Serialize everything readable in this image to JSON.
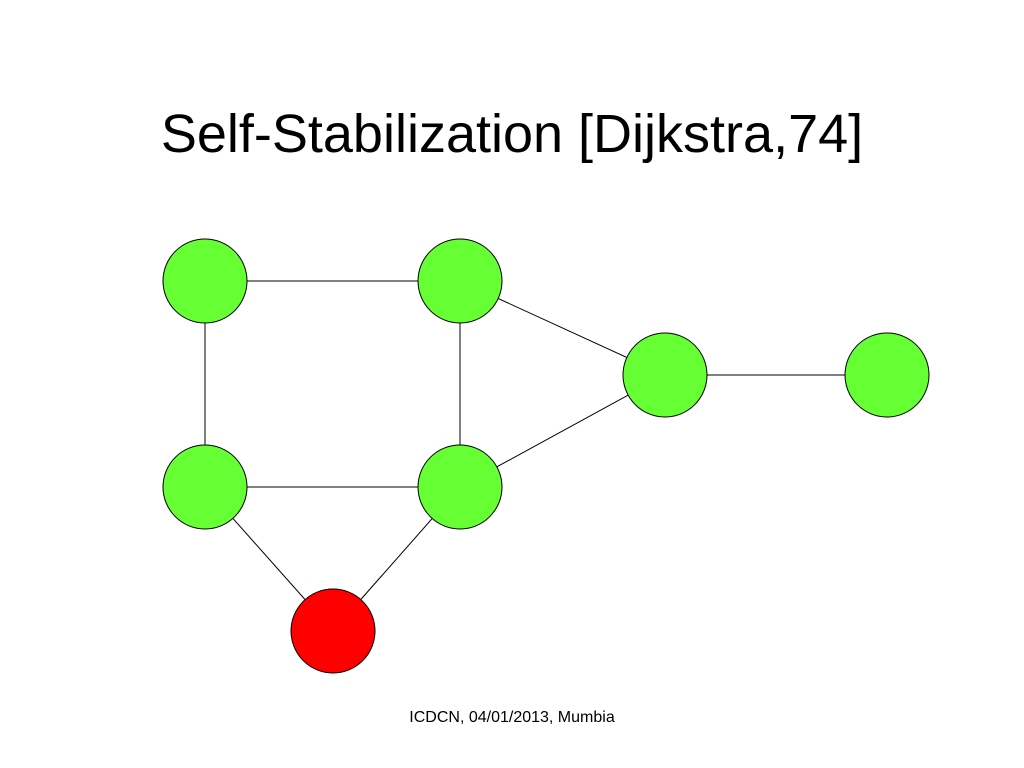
{
  "slide": {
    "title": "Self-Stabilization [Dijkstra,74]",
    "footer": "ICDCN, 04/01/2013, Mumbia"
  },
  "graph": {
    "colors": {
      "ok_node": "#66ff33",
      "faulty_node": "#ff0000",
      "stroke": "#000000"
    },
    "nodes": [
      {
        "id": "n1",
        "state": "ok"
      },
      {
        "id": "n2",
        "state": "ok"
      },
      {
        "id": "n3",
        "state": "ok"
      },
      {
        "id": "n4",
        "state": "ok"
      },
      {
        "id": "n5",
        "state": "ok"
      },
      {
        "id": "n6",
        "state": "ok"
      },
      {
        "id": "n7",
        "state": "faulty"
      }
    ],
    "edges": [
      [
        "n1",
        "n2"
      ],
      [
        "n1",
        "n4"
      ],
      [
        "n2",
        "n5"
      ],
      [
        "n2",
        "n3"
      ],
      [
        "n3",
        "n6"
      ],
      [
        "n4",
        "n5"
      ],
      [
        "n5",
        "n3"
      ],
      [
        "n4",
        "n7"
      ],
      [
        "n5",
        "n7"
      ]
    ]
  }
}
